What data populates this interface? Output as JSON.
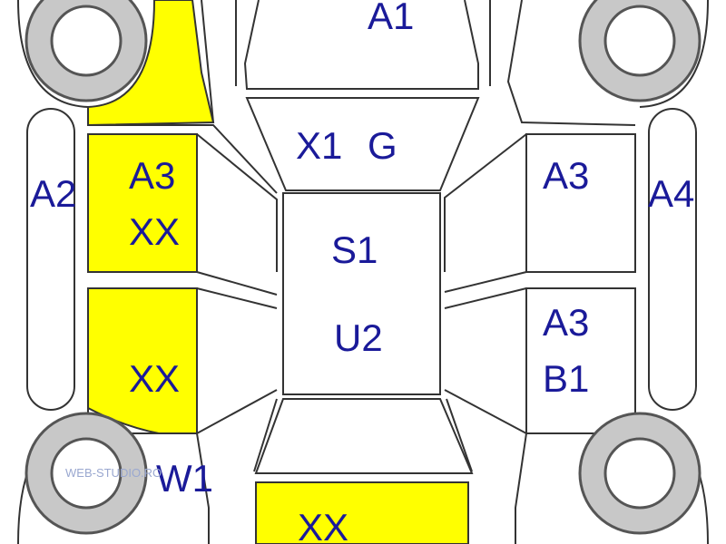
{
  "colors": {
    "damage_fill": "#ffff00",
    "line": "#333333",
    "text": "#1a1a99",
    "tire": "#c8c8c8",
    "tire_outline": "#555555",
    "watermark": "#9aa8d0"
  },
  "labels": {
    "hood": "A1",
    "left_fender": "A2",
    "left_front_door_top": "A3",
    "left_front_door_bottom": "XX",
    "left_rear_door": "XX",
    "windshield_x1": "X1",
    "windshield_g": "G",
    "roof_top": "S1",
    "roof_bottom": "U2",
    "right_front_door": "A3",
    "right_rear_door_top": "A3",
    "right_rear_door_bottom": "B1",
    "right_side": "A4",
    "rear_left_wheel": "W1",
    "trunk": "XX"
  },
  "watermark": "WEB-STUDIO.RO",
  "icons": [
    "wheel-icon"
  ]
}
